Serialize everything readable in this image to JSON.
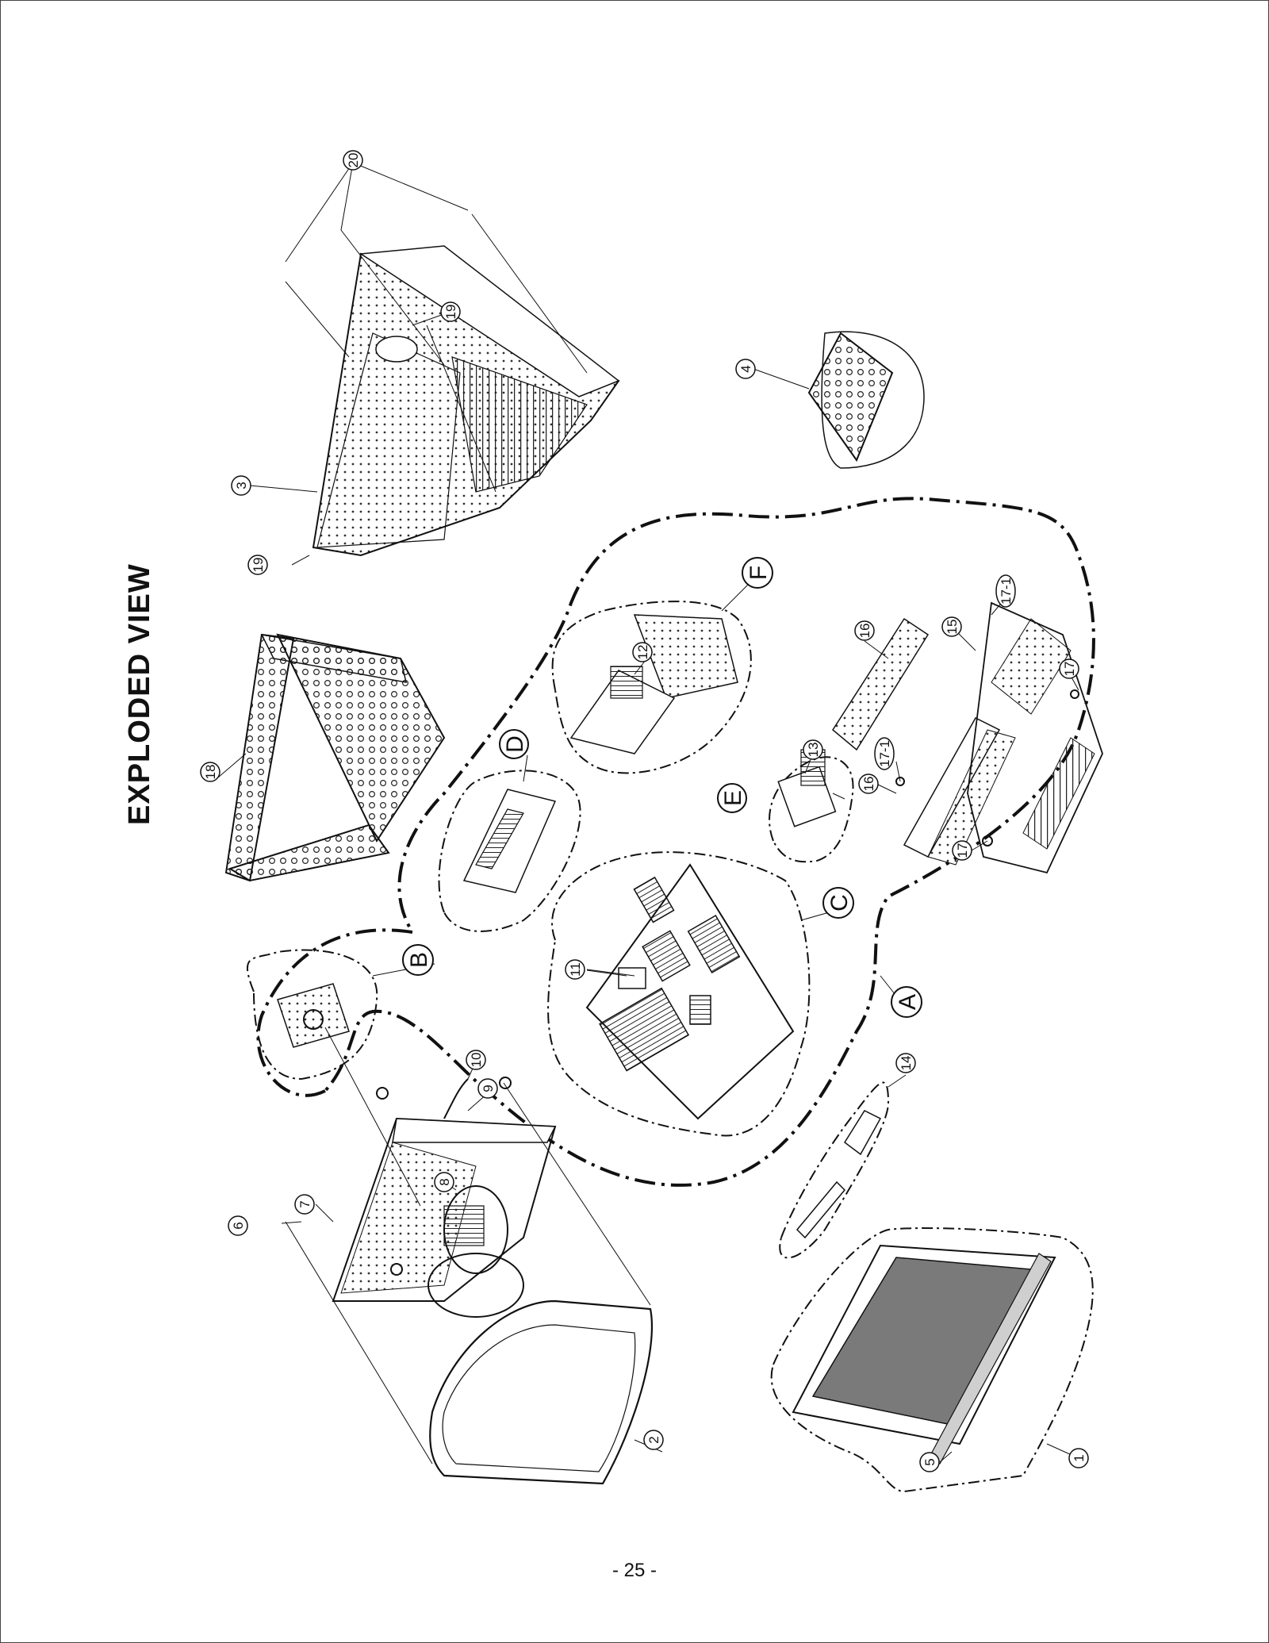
{
  "page": {
    "title": "EXPLODED VIEW",
    "page_number": "- 25 -"
  },
  "groups": [
    "A",
    "B",
    "C",
    "D",
    "E",
    "F"
  ],
  "parts": [
    "1",
    "2",
    "3",
    "4",
    "5",
    "6",
    "7",
    "8",
    "9",
    "10",
    "11",
    "12",
    "13",
    "14",
    "15",
    "16",
    "16",
    "17",
    "17",
    "17-1",
    "17-1",
    "18",
    "19",
    "19",
    "20"
  ],
  "colors": {
    "line": "#111111",
    "screen": "#7a7a7a",
    "paper": "#ffffff"
  }
}
